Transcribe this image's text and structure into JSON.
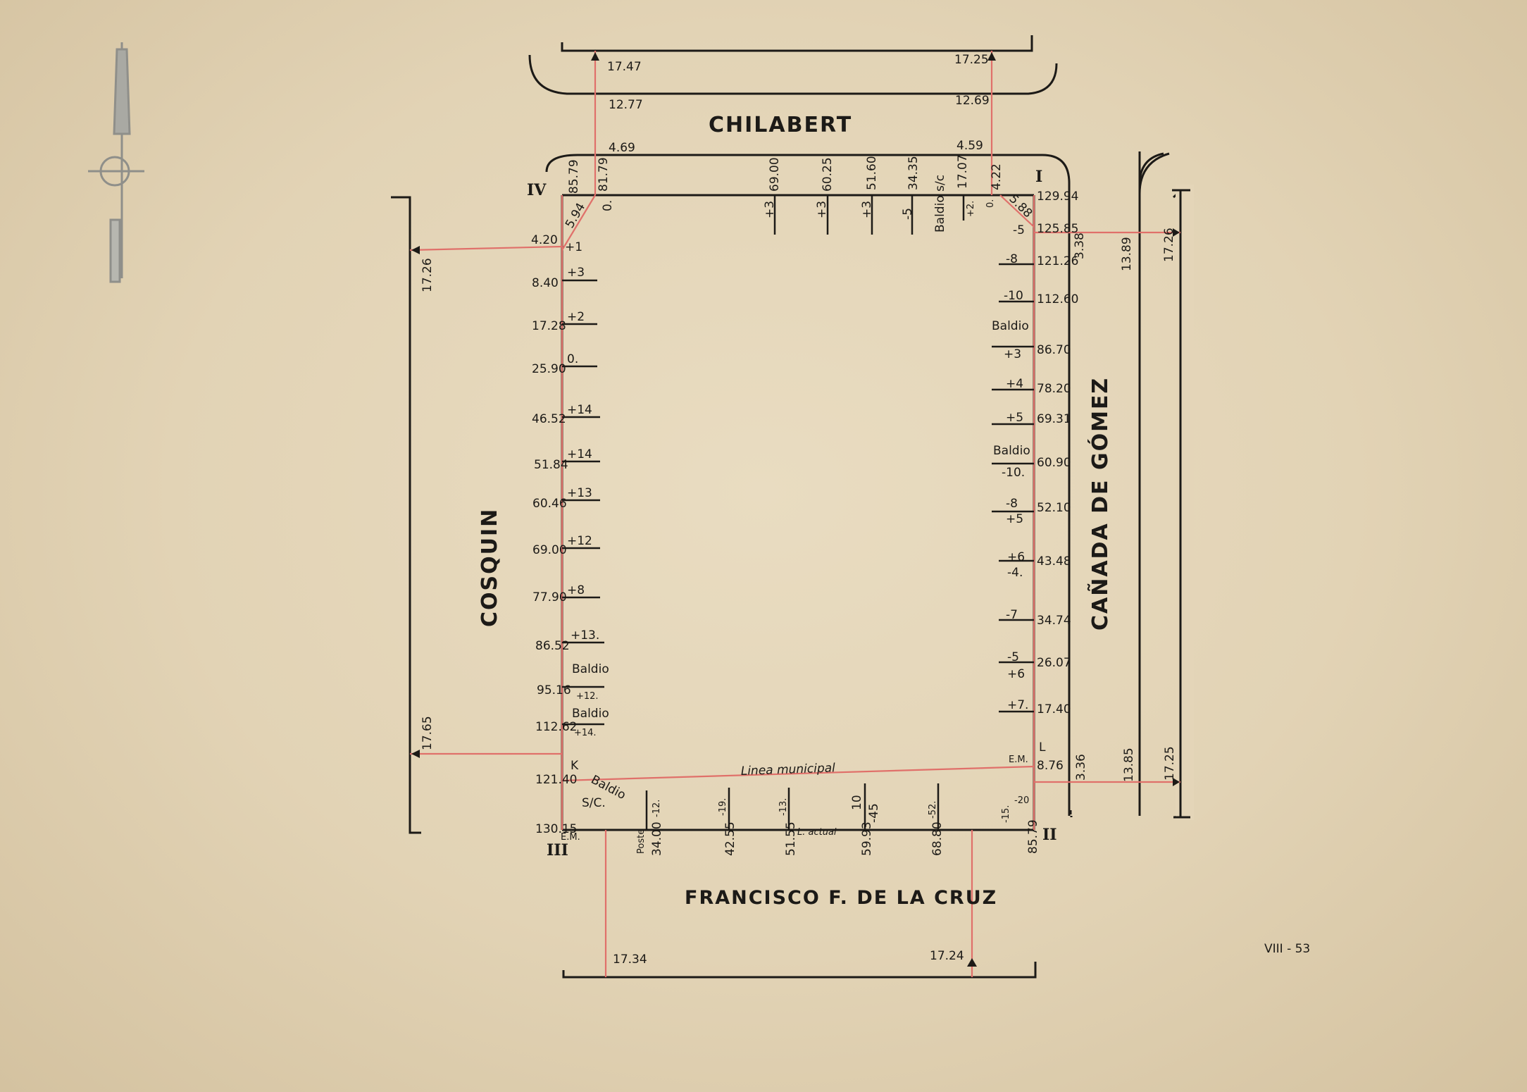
{
  "streets": {
    "top": "CHILABERT",
    "left": "COSQUIN",
    "right": "CAÑADA DE GÓMEZ",
    "bottom": "FRANCISCO F. DE LA CRUZ"
  },
  "corners": {
    "I": "I",
    "II": "II",
    "III": "III",
    "IV": "IV"
  },
  "markers": {
    "K": "K",
    "L": "L",
    "em_bottom_left": "E.M.",
    "em_bottom_right": "E.M.",
    "linea_municipal": "Linea municipal",
    "l_actual": "L. actual",
    "sc": "S/C.",
    "baldio_bottom": "Baldio",
    "poste": "Poste",
    "sheet_code": "VIII - 53"
  },
  "dimensions": {
    "top_left_width": "17.47",
    "top_right_width": "17.25",
    "top_left_mid": "12.77",
    "top_right_mid": "12.69",
    "top_left_low": "4.69",
    "top_right_low": "4.59",
    "left_upper_width": "17.26",
    "left_lower_width": "17.65",
    "left_offset": "4.20",
    "right_upper_a": "3.38",
    "right_upper_b": "13.89",
    "right_upper_c": "17.26",
    "right_lower_a": "3.36",
    "right_lower_b": "13.85",
    "right_lower_c": "17.25",
    "bottom_left_width": "17.34",
    "bottom_right_width": "17.24",
    "chamfer_left": "5.94",
    "chamfer_right": "5.88"
  },
  "west_side": [
    {
      "dist": "8.40",
      "level": "+3"
    },
    {
      "dist": "17.28",
      "level": "+2"
    },
    {
      "dist": "25.90",
      "level": "0."
    },
    {
      "dist": "46.52",
      "level": "+14"
    },
    {
      "dist": "51.84",
      "level": "+14"
    },
    {
      "dist": "60.46",
      "level": "+13"
    },
    {
      "dist": "69.00",
      "level": "+12"
    },
    {
      "dist": "77.90",
      "level": "+8"
    },
    {
      "dist": "86.52",
      "level": "+13."
    },
    {
      "dist": "95.16",
      "level": "+12.",
      "note": "Baldio"
    },
    {
      "dist": "112.62",
      "level": "+14.",
      "note": "Baldio"
    },
    {
      "dist": "121.40",
      "level": ""
    },
    {
      "dist": "130.15",
      "level": ""
    }
  ],
  "west_top_level": "+1",
  "north_side": [
    {
      "dist": "85.79",
      "level": ""
    },
    {
      "dist": "81.79",
      "level": "0."
    },
    {
      "dist": "69.00",
      "level": "+3"
    },
    {
      "dist": "60.25",
      "level": "+3"
    },
    {
      "dist": "51.60",
      "level": "+3"
    },
    {
      "dist": "34.35",
      "level": "-5"
    },
    {
      "dist": "17.07",
      "level": "+2.",
      "note": "Baldio s/c"
    },
    {
      "dist": "4.22",
      "level": "0."
    }
  ],
  "east_side": [
    {
      "dist": "129.94",
      "level": ""
    },
    {
      "dist": "125.85",
      "level": "-5"
    },
    {
      "dist": "121.26",
      "level": "-8"
    },
    {
      "dist": "112.60",
      "level": "-10"
    },
    {
      "dist": "86.70",
      "level": "+3",
      "note": "Baldio"
    },
    {
      "dist": "78.20",
      "level": "+4"
    },
    {
      "dist": "69.31",
      "level": "+5"
    },
    {
      "dist": "60.90",
      "level": "-10.",
      "note": "Baldio"
    },
    {
      "dist": "52.10",
      "level": "-8",
      "level2": "+5"
    },
    {
      "dist": "43.48",
      "level": "+6",
      "level2": "-4."
    },
    {
      "dist": "34.74",
      "level": "-7"
    },
    {
      "dist": "26.07",
      "level": "-5",
      "level2": "+6"
    },
    {
      "dist": "17.40",
      "level": "+7."
    },
    {
      "dist": "8.76",
      "level": "-20",
      "level2": "-15."
    }
  ],
  "south_side": [
    {
      "dist": "34.00",
      "level": "-12."
    },
    {
      "dist": "42.55",
      "level": "-19."
    },
    {
      "dist": "51.55",
      "level": "-13."
    },
    {
      "dist": "59.93",
      "level": "-45",
      "level2": "10"
    },
    {
      "dist": "68.80",
      "level": "-52."
    },
    {
      "dist": "85.79",
      "level": ""
    }
  ],
  "colors": {
    "paper": "#e6d8bc",
    "ink": "#1c1a17",
    "measure": "#e0706a",
    "pencil": "#8f8f8a"
  }
}
